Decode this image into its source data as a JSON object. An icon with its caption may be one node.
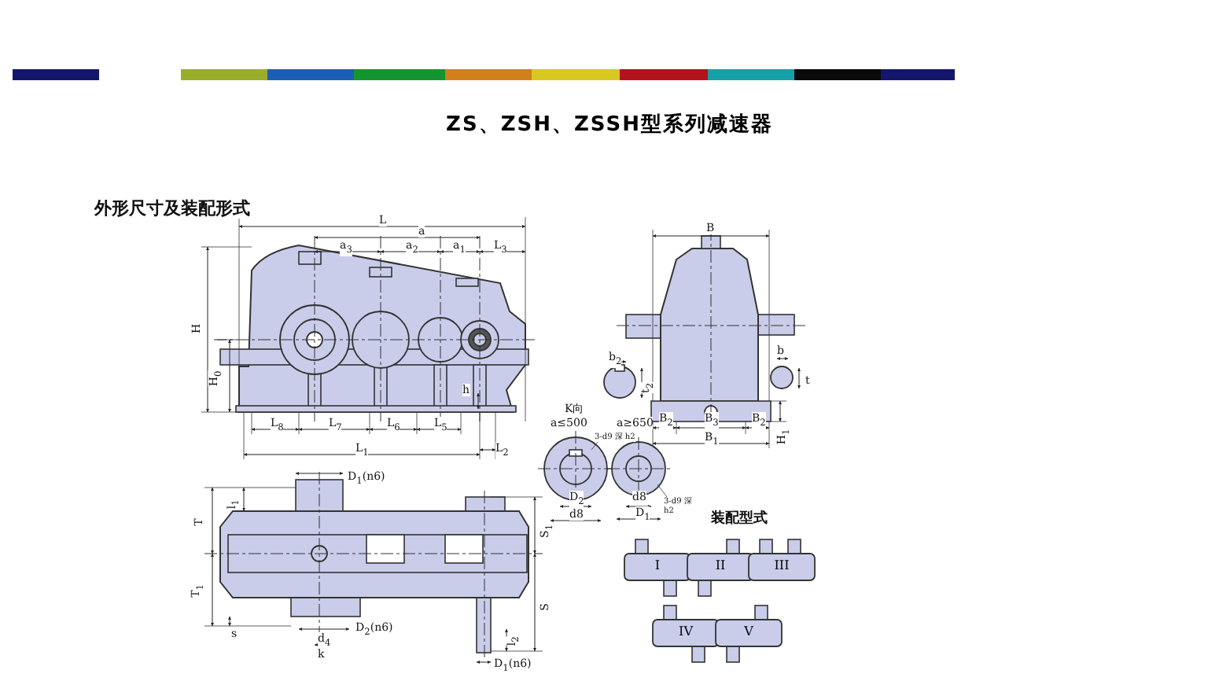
{
  "diagram": {
    "title": "ZS、ZSH、ZSSH型系列减速器",
    "nodes": [
      {
        "text": [
          "I"
        ]
      },
      {
        "text": [
          "II"
        ]
      },
      {
        "text": [
          "III"
        ]
      },
      {
        "text": [
          "IV"
        ]
      },
      {
        "text": [
          "V"
        ]
      }
    ],
    "labels": [
      "外形尺寸及装配形式",
      "L",
      "a",
      "a$_{3}$",
      "a$_{2}$",
      "a$_{1}$",
      "L$_{3}$",
      "H",
      "H$_{0}$",
      "h",
      "L$_{8}$",
      "L$_{7}$",
      "L$_{6}$",
      "L$_{5}$",
      "L$_{1}$",
      "L$_{2}$",
      "B",
      "b$_{2}$",
      "t$_{2}$",
      "b",
      "t",
      "B$_{2}$",
      "B$_{3}$",
      "B$_{2}$",
      "B$_{1}$",
      "H$_{1}$",
      "K向",
      "a≤500",
      "a≥650",
      "3-d9 深 h2",
      "D$_{2}$",
      "d8",
      "d8",
      "D$_{1}$",
      "3-d9 深 h2",
      "装配型式",
      "D$_{1}$(n6)",
      "l$_{1}$",
      "T",
      "T$_{1}$",
      "S$_{1}$",
      "S",
      "s",
      "D$_{2}$(n6)",
      "d$_{4}$",
      "k",
      "l$_{2}$",
      "D$_{1}$(n6)"
    ]
  }
}
